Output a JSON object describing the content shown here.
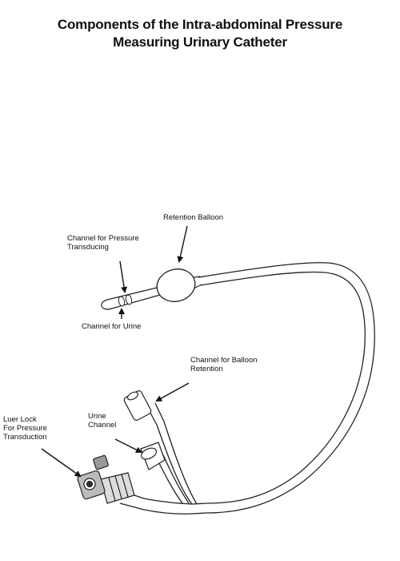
{
  "title": {
    "line1": "Components of the Intra-abdominal Pressure",
    "line2": "Measuring Urinary Catheter"
  },
  "labels": {
    "retention_balloon": [
      "Retention Balloon"
    ],
    "channel_pressure_transducing": [
      "Channel for Pressure",
      "Transducing"
    ],
    "channel_urine": [
      "Channel for Urine"
    ],
    "channel_balloon_retention": [
      "Channel for Balloon",
      "Retention"
    ],
    "urine_channel": [
      "Urine",
      "Channel"
    ],
    "luer_lock": [
      "Luer Lock",
      "For Pressure",
      "Transduction"
    ]
  }
}
